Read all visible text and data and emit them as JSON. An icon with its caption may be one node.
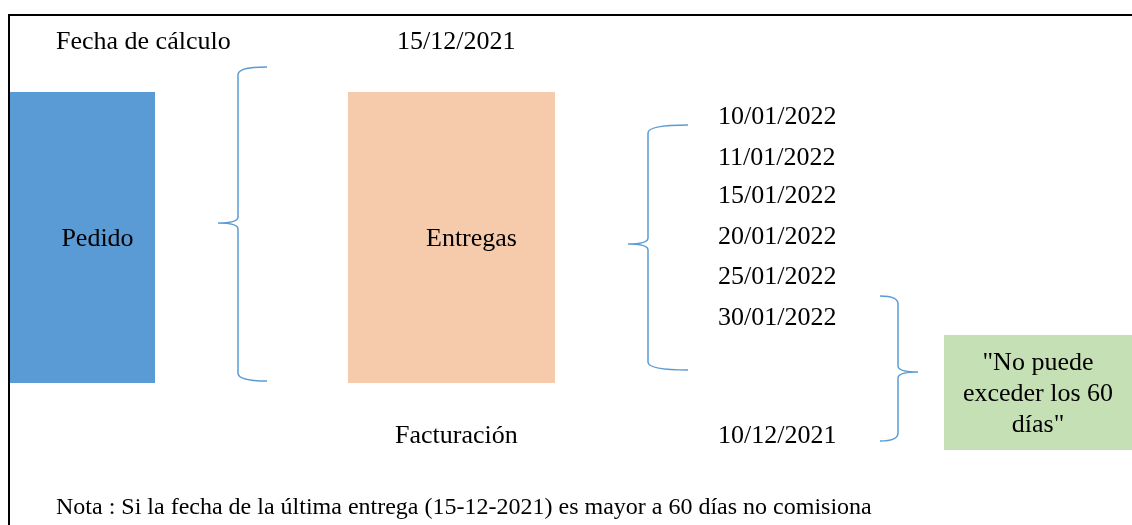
{
  "diagram": {
    "nodes": [
      {
        "text": [
          "Pedido"
        ]
      },
      {
        "text": [
          "Entregas"
        ]
      },
      {
        "text": [
          "\"No puede exceder los 60 días\""
        ]
      }
    ],
    "labels": [
      "Fecha de cálculo",
      "15/12/2021",
      "10/01/2022",
      "11/01/2022",
      "15/01/2022",
      "20/01/2022",
      "25/01/2022",
      "30/01/2022",
      "Facturación",
      "10/12/2021",
      "Nota : Si la fecha de la última entrega (15-12-2021) es mayor a 60 días no comisiona"
    ]
  }
}
